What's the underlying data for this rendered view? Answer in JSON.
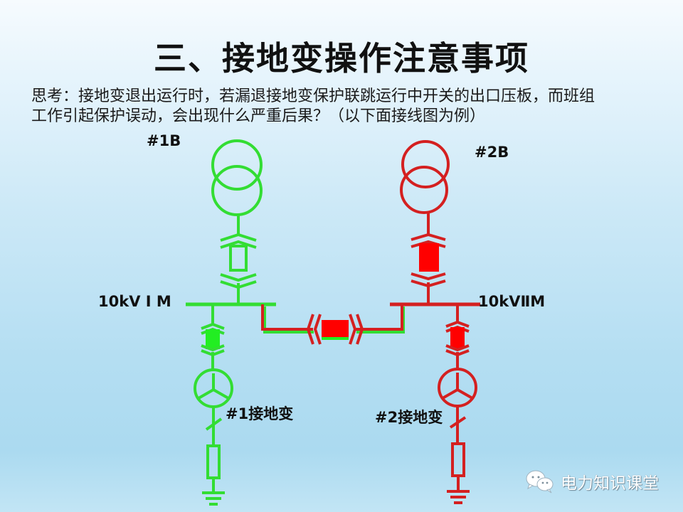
{
  "slide": {
    "title": "三、接地变操作注意事项",
    "question_line1": "思考：接地变退出运行时，若漏退接地变保护联跳运行中开关的出口压板，而班组",
    "question_line2": "工作引起保护误动，会出现什么严重后果？（以下面接线图为例）"
  },
  "diagram": {
    "transformer1_label": "#1B",
    "transformer2_label": "#2B",
    "bus1_label": "10kV I M",
    "bus2_label": "10kVⅡM",
    "grounding_transformer1_label": "#1接地变",
    "grounding_transformer2_label": "#2接地变",
    "colors": {
      "section1_green": "#33dd33",
      "section2_red": "#d42020",
      "closed_breaker_red": "#ff0000",
      "closed_breaker_green": "#22ee22"
    },
    "states": {
      "transformer1_breaker": "open",
      "transformer2_breaker": "closed",
      "bus_tie_breaker": "closed",
      "grounding1_breaker": "closed",
      "grounding2_breaker": "closed"
    }
  },
  "watermark": {
    "icon": "wechat-icon",
    "text": "电力知识课堂"
  }
}
